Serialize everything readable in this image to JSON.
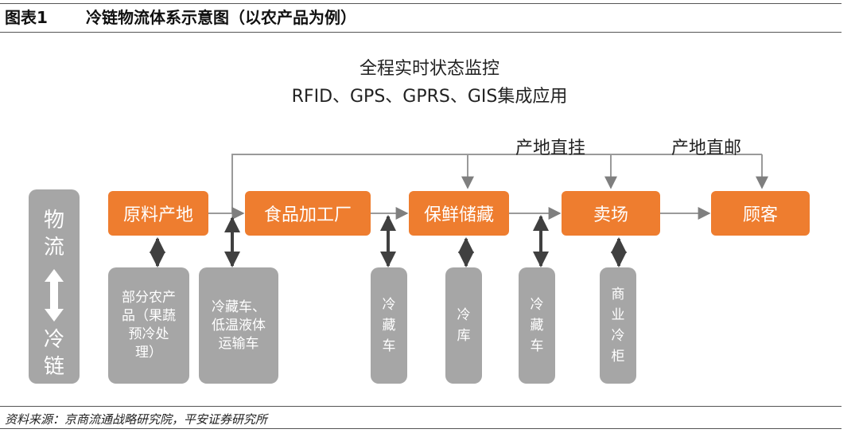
{
  "header": {
    "label": "图表1",
    "title": "冷链物流体系示意图（以农产品为例）"
  },
  "monitor": {
    "line1": "全程实时状态监控",
    "line2": "RFID、GPS、GPRS、GIS集成应用"
  },
  "direct": {
    "hang": "产地直挂",
    "mail": "产地直邮"
  },
  "nodes": [
    {
      "label": "原料产地"
    },
    {
      "label": "食品加工厂"
    },
    {
      "label": "保鲜储藏"
    },
    {
      "label": "卖场"
    },
    {
      "label": "顾客"
    }
  ],
  "left_label": {
    "top": "物流",
    "bottom": "冷链"
  },
  "sides": [
    {
      "text": "部分农产品（果蔬预冷处理）"
    },
    {
      "text": "冷藏车、低温液体运输车"
    },
    {
      "text": "冷藏车"
    },
    {
      "text": "冷库"
    },
    {
      "text": "冷藏车"
    },
    {
      "text": "商业冷柜"
    }
  ],
  "source": "资料来源：京商流通战略研究院，平安证券研究所",
  "colors": {
    "orange": "#ee7d2f",
    "gray": "#a6a6a6",
    "arrow": "#7f7f7f",
    "dark_arrow": "#404040"
  }
}
